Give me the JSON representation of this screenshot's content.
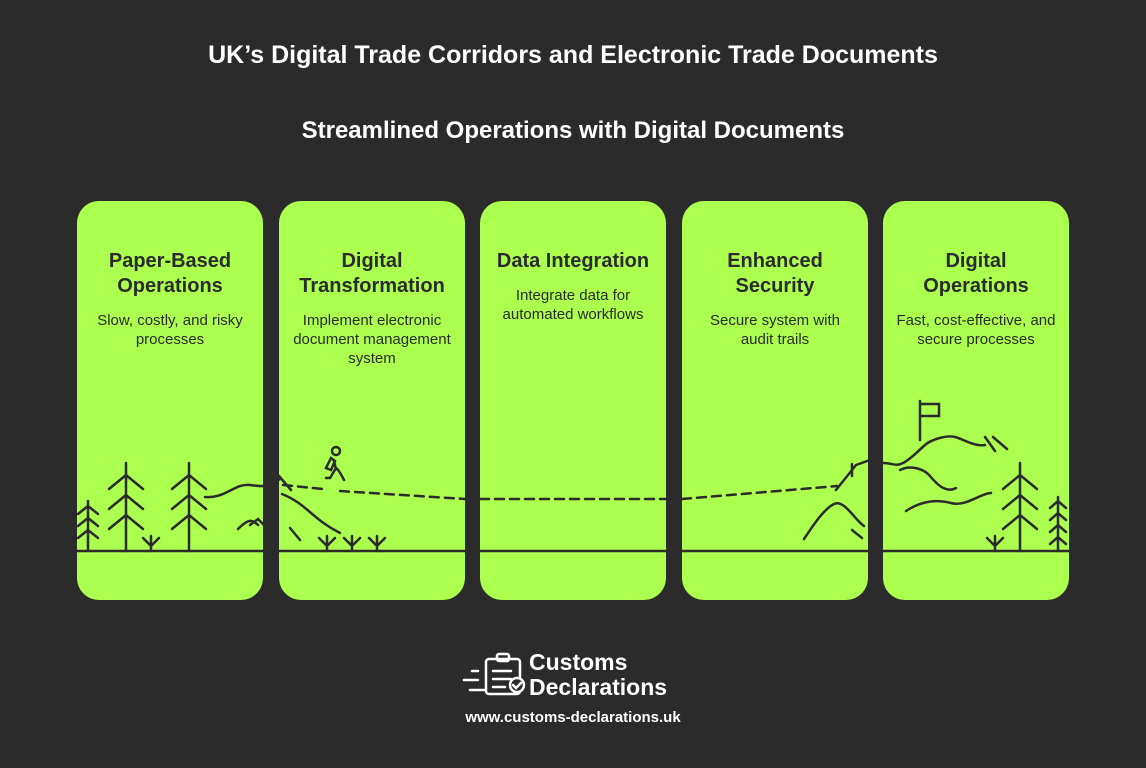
{
  "title": "UK’s Digital Trade Corridors and Electronic Trade Documents",
  "subtitle": "Streamlined Operations with Digital Documents",
  "stages": [
    {
      "title": "Paper-Based Operations",
      "text": "Slow, costly, and risky processes"
    },
    {
      "title": "Digital Transformation",
      "text": "Implement electronic document management system"
    },
    {
      "title": "Data Integration",
      "text": "Integrate data for automated workflows"
    },
    {
      "title": "Enhanced Security",
      "text": "Secure system with audit trails"
    },
    {
      "title": "Digital Operations",
      "text": "Fast, cost-effective, and secure processes"
    }
  ],
  "brand": {
    "line1": "Customs",
    "line2": "Declarations",
    "url": "www.customs-declarations.uk"
  },
  "colors": {
    "background": "#2b2b2b",
    "card": "#adff4f",
    "ink": "#2b2b2b"
  }
}
